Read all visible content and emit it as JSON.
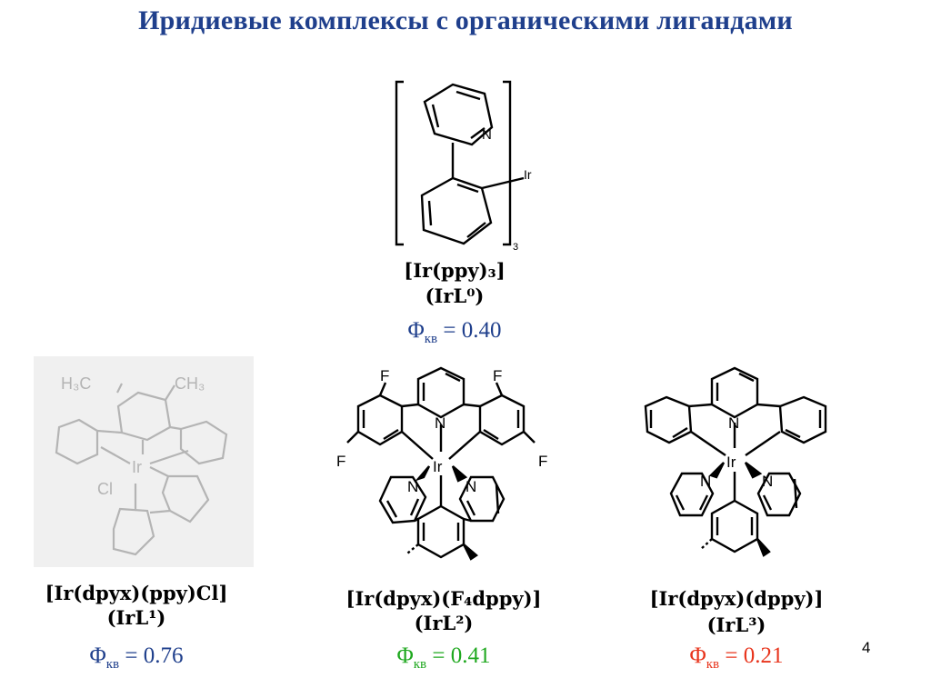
{
  "slide": {
    "title": "Иридиевые комплексы с органическими лигандами",
    "page_number": "4"
  },
  "complexes": [
    {
      "formula": "[Ir(ppy)₃]",
      "code": "(IrL⁰)",
      "yield_symbol": "Φ",
      "yield_subscript": "кв",
      "yield_value": "= 0.40",
      "color": "#1f3f8c"
    },
    {
      "formula": "[Ir(dpyx)(ppy)Cl]",
      "code": "(IrL¹)",
      "yield_symbol": "Φ",
      "yield_subscript": "кв",
      "yield_value": "= 0.76",
      "color": "#1f3f8c"
    },
    {
      "formula": "[Ir(dpyx)(F₄dppy)]",
      "code": "(IrL²)",
      "yield_symbol": "Φ",
      "yield_subscript": "кв",
      "yield_value": "= 0.41",
      "color": "#1fa81f"
    },
    {
      "formula": "[Ir(dpyx)(dppy)]",
      "code": "(IrL³)",
      "yield_symbol": "Φ",
      "yield_subscript": "кв",
      "yield_value": "= 0.21",
      "color": "#e8341c"
    }
  ],
  "structure_labels": {
    "n": "N",
    "ir": "Ir",
    "f": "F",
    "cl": "Cl",
    "three": "3",
    "h3c": "H₃C",
    "ch3": "CH₃"
  }
}
